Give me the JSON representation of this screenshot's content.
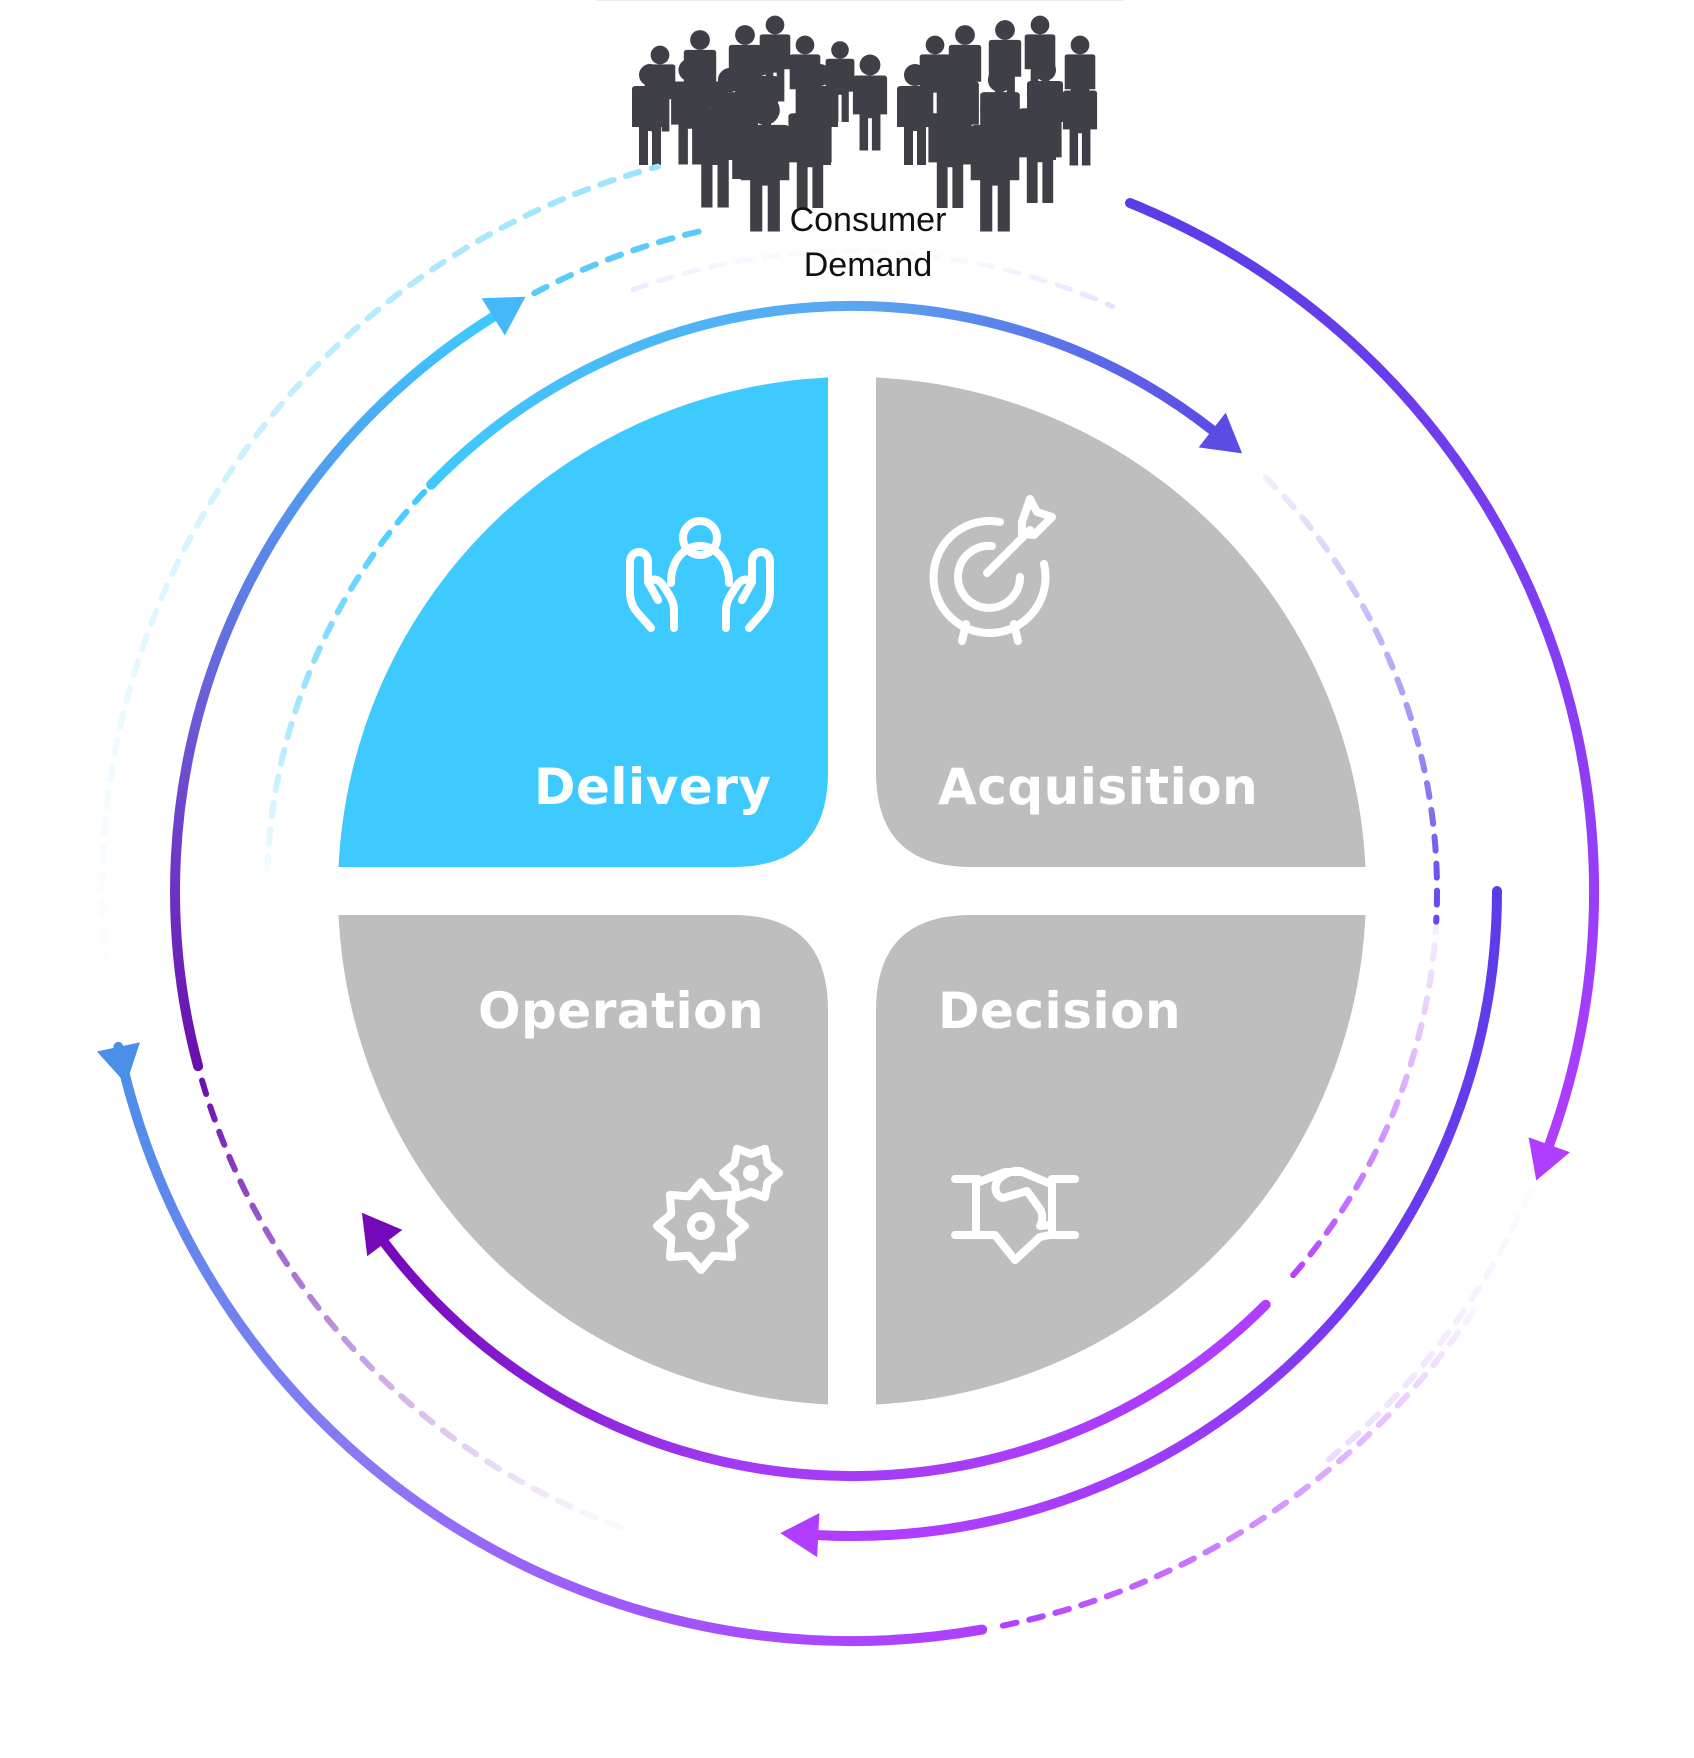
{
  "title": "Consumer Demand",
  "header": {
    "icon": "crowd-of-people-icon",
    "caption_lines": [
      "Consumer",
      "Demand"
    ]
  },
  "quadrants": [
    {
      "id": "delivery",
      "label": "Delivery",
      "icon": "hands-supporting-person-icon",
      "color": "#3ECAFE",
      "highlighted": true
    },
    {
      "id": "acquisition",
      "label": "Acquisition",
      "icon": "target-arrow-icon",
      "color": "#BEBEBE",
      "highlighted": false
    },
    {
      "id": "operation",
      "label": "Operation",
      "icon": "gears-icon",
      "color": "#BEBEBE",
      "highlighted": false
    },
    {
      "id": "decision",
      "label": "Decision",
      "icon": "handshake-icon",
      "color": "#BEBEBE",
      "highlighted": false
    }
  ],
  "flow": {
    "direction": "clockwise cycle around quadrants",
    "colors": {
      "cyan": "#3ECAFE",
      "blue": "#5AA6F0",
      "indigo": "#5B3DE8",
      "violet": "#6A0DAD",
      "purple": "#B03DFF",
      "light_purple": "#D9B8F5"
    }
  },
  "colors": {
    "background": "#FFFFFF",
    "quadrant_gray": "#BEBEBE",
    "accent": "#3ECAFE",
    "crowd": "#3F3F48",
    "text_dark": "#111111",
    "text_light": "#FFFFFF"
  }
}
